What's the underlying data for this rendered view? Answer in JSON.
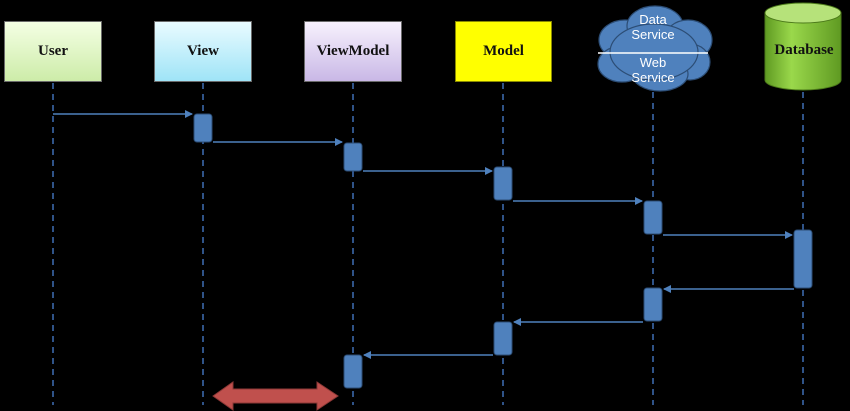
{
  "participants": {
    "user": "User",
    "view": "View",
    "viewmodel": "ViewModel",
    "model": "Model",
    "service_top": "Data\nService",
    "service_bottom": "Web\nService",
    "database": "Database"
  },
  "colors": {
    "lifeline": "#3f6fb5",
    "activation": "#4f81bd",
    "message": "#4f81bd",
    "cloud": "#4f81bd",
    "database": "#6fac2a",
    "double_arrow": "#c0504d"
  },
  "messages": [
    {
      "from": "User",
      "to": "View",
      "direction": "call"
    },
    {
      "from": "View",
      "to": "ViewModel",
      "direction": "call"
    },
    {
      "from": "ViewModel",
      "to": "Model",
      "direction": "call"
    },
    {
      "from": "Model",
      "to": "Service",
      "direction": "call"
    },
    {
      "from": "Service",
      "to": "Database",
      "direction": "call"
    },
    {
      "from": "Database",
      "to": "Service",
      "direction": "return"
    },
    {
      "from": "Service",
      "to": "Model",
      "direction": "return"
    },
    {
      "from": "Model",
      "to": "ViewModel",
      "direction": "return"
    }
  ],
  "binding_arrow": {
    "between": [
      "View",
      "ViewModel"
    ],
    "type": "double-headed"
  }
}
